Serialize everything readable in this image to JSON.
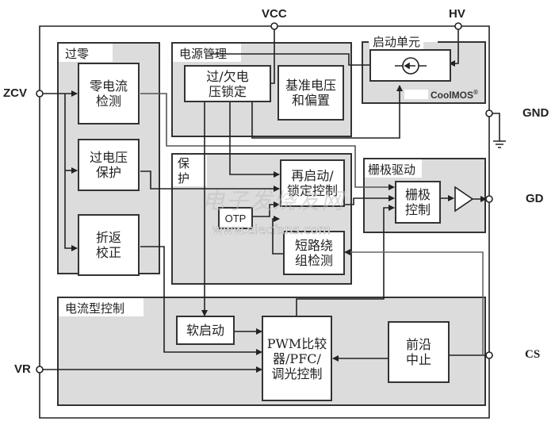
{
  "pins": {
    "vcc": "VCC",
    "hv": "HV",
    "gnd": "GND",
    "gd": "GD",
    "cs": "CS",
    "zcv": "ZCV",
    "vr": "VR"
  },
  "groups": {
    "zero_crossing": "过零",
    "power_management": "电源管理",
    "startup_unit": "启动单元",
    "protection": "保\n护",
    "gate_drive": "栅极驱动",
    "current_mode_control": "电流型控制"
  },
  "blocks": {
    "zero_current_detect": "零电流\n检测",
    "over_voltage_protect": "过电压\n保护",
    "foldback_correction": "折返\n校正",
    "ov_uv_lockout": "过/欠电\n压锁定",
    "reference_bias": "基准电压\n和偏置",
    "restart_latch_control": "再启动/\n锁定控制",
    "otp": "OTP",
    "short_winding_detect": "短路绕\n组检测",
    "gate_control": "栅极\n控制",
    "soft_start": "软启动",
    "pwm_pfc_dimming": "PWM比较\n器/PFC/\n调光控制",
    "leading_edge_blanking": "前沿\n中止"
  },
  "brand_label": "CoolMOS",
  "brand_mark": "®",
  "watermark": {
    "cn": "电子发烧友网",
    "url": "www.elecfans.com"
  }
}
